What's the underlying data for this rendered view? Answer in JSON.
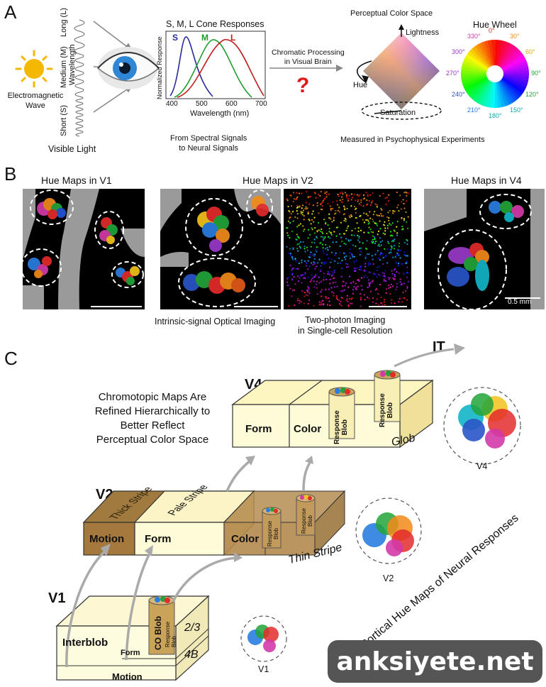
{
  "panel_a": {
    "letter": "A",
    "em_wave": "Electromagnetic\nWave",
    "long": "Long (L)",
    "medium": "Medium (M)",
    "wavelength": "Wavelength",
    "short": "Short (S)",
    "visible_light": "Visible Light",
    "cone_title": "S, M, L Cone Responses",
    "cone_s": "S",
    "cone_m": "M",
    "cone_l": "L",
    "y_axis": "Normalized Response",
    "x_axis": "Wavelength (nm)",
    "ticks": [
      "400",
      "500",
      "600",
      "700"
    ],
    "spectral": "From Spectral Signals\nto Neural Signals",
    "chromatic": "Chromatic Processing\nin Visual Brain",
    "question": "?",
    "perceptual_title": "Perceptual Color Space",
    "lightness": "Lightness",
    "hue": "Hue",
    "saturation": "Saturation",
    "hue_wheel_title": "Hue Wheel",
    "hue_angles": [
      "0°",
      "30°",
      "60°",
      "90°",
      "120°",
      "150°",
      "180°",
      "210°",
      "240°",
      "270°",
      "300°",
      "330°"
    ],
    "measured": "Measured in Psychophysical Experiments"
  },
  "panel_b": {
    "letter": "B",
    "v1_title": "Hue Maps in V1",
    "v2_title": "Hue Maps in V2",
    "v4_title": "Hue Maps in V4",
    "intrinsic": "Intrinsic-signal Optical Imaging",
    "two_photon": "Two-photon Imaging\nin Single-cell Resolution",
    "scale": "0.5 mm"
  },
  "panel_c": {
    "letter": "C",
    "it": "IT",
    "v4": "V4",
    "v2": "V2",
    "v1": "V1",
    "chromotopic": "Chromotopic Maps Are\nRefined Hierarchically to\nBetter Reflect\nPerceptual Color Space",
    "form": "Form",
    "color": "Color",
    "response_blob": "Response\nBlob",
    "glob": "Glob",
    "thick_stripe": "Thick Stripe",
    "pale_stripe": "Pale Stripe",
    "motion": "Motion",
    "thin_stripe": "Thin Stripe",
    "interblob": "Interblob",
    "co_blob": "CO Blob",
    "layer_23": "2/3",
    "layer_4b": "4B",
    "cortical": "Cortical Hue Maps of Neural Responses",
    "circle_v4": "V4",
    "circle_v2": "V2",
    "circle_v1": "V1"
  },
  "watermark": "anksiyete.net"
}
